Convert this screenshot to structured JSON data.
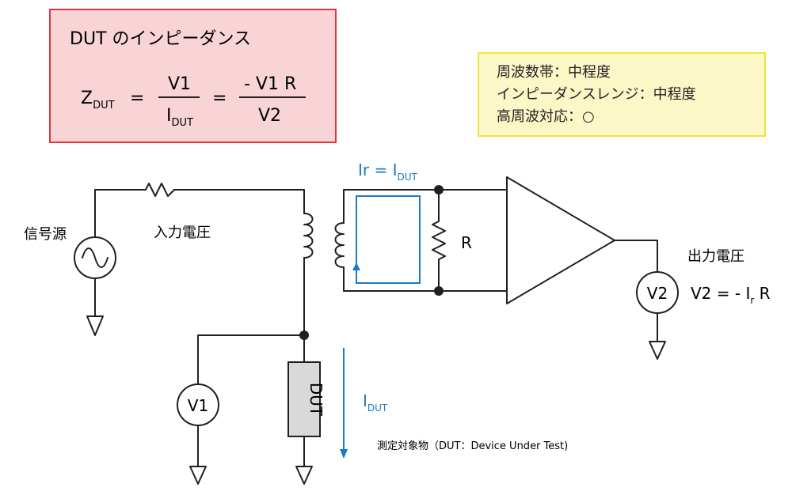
{
  "formula": {
    "title": "DUT のインピーダンス",
    "z_main": "Z",
    "z_sub": "DUT",
    "equals_1": "=",
    "frac1_num": "V1",
    "frac1_den_main": "I",
    "frac1_den_sub": "DUT",
    "equals_2": "=",
    "frac2_num": "- V1 R",
    "frac2_den": "V2"
  },
  "info": {
    "lines": [
      "周波数帯：中程度",
      "インピーダンスレンジ：中程度",
      "高周波対応：○"
    ]
  },
  "circuit": {
    "signal_source_label": "信号源",
    "input_voltage_label": "入力電圧",
    "output_voltage_label": "出力電圧",
    "resistor_label": "R",
    "ir_main": "Ir = I",
    "ir_sub": "DUT",
    "idut_main": "I",
    "idut_sub": "DUT",
    "dut_label": "DUT",
    "v1_label": "V1",
    "v2_label": "V2",
    "v2_eq_prefix": "V2 = - I",
    "v2_eq_sub": "r",
    "v2_eq_suffix": " R",
    "caption": "測定対象物（DUT：Device Under Test)",
    "current_color": "#1a7ac4"
  }
}
